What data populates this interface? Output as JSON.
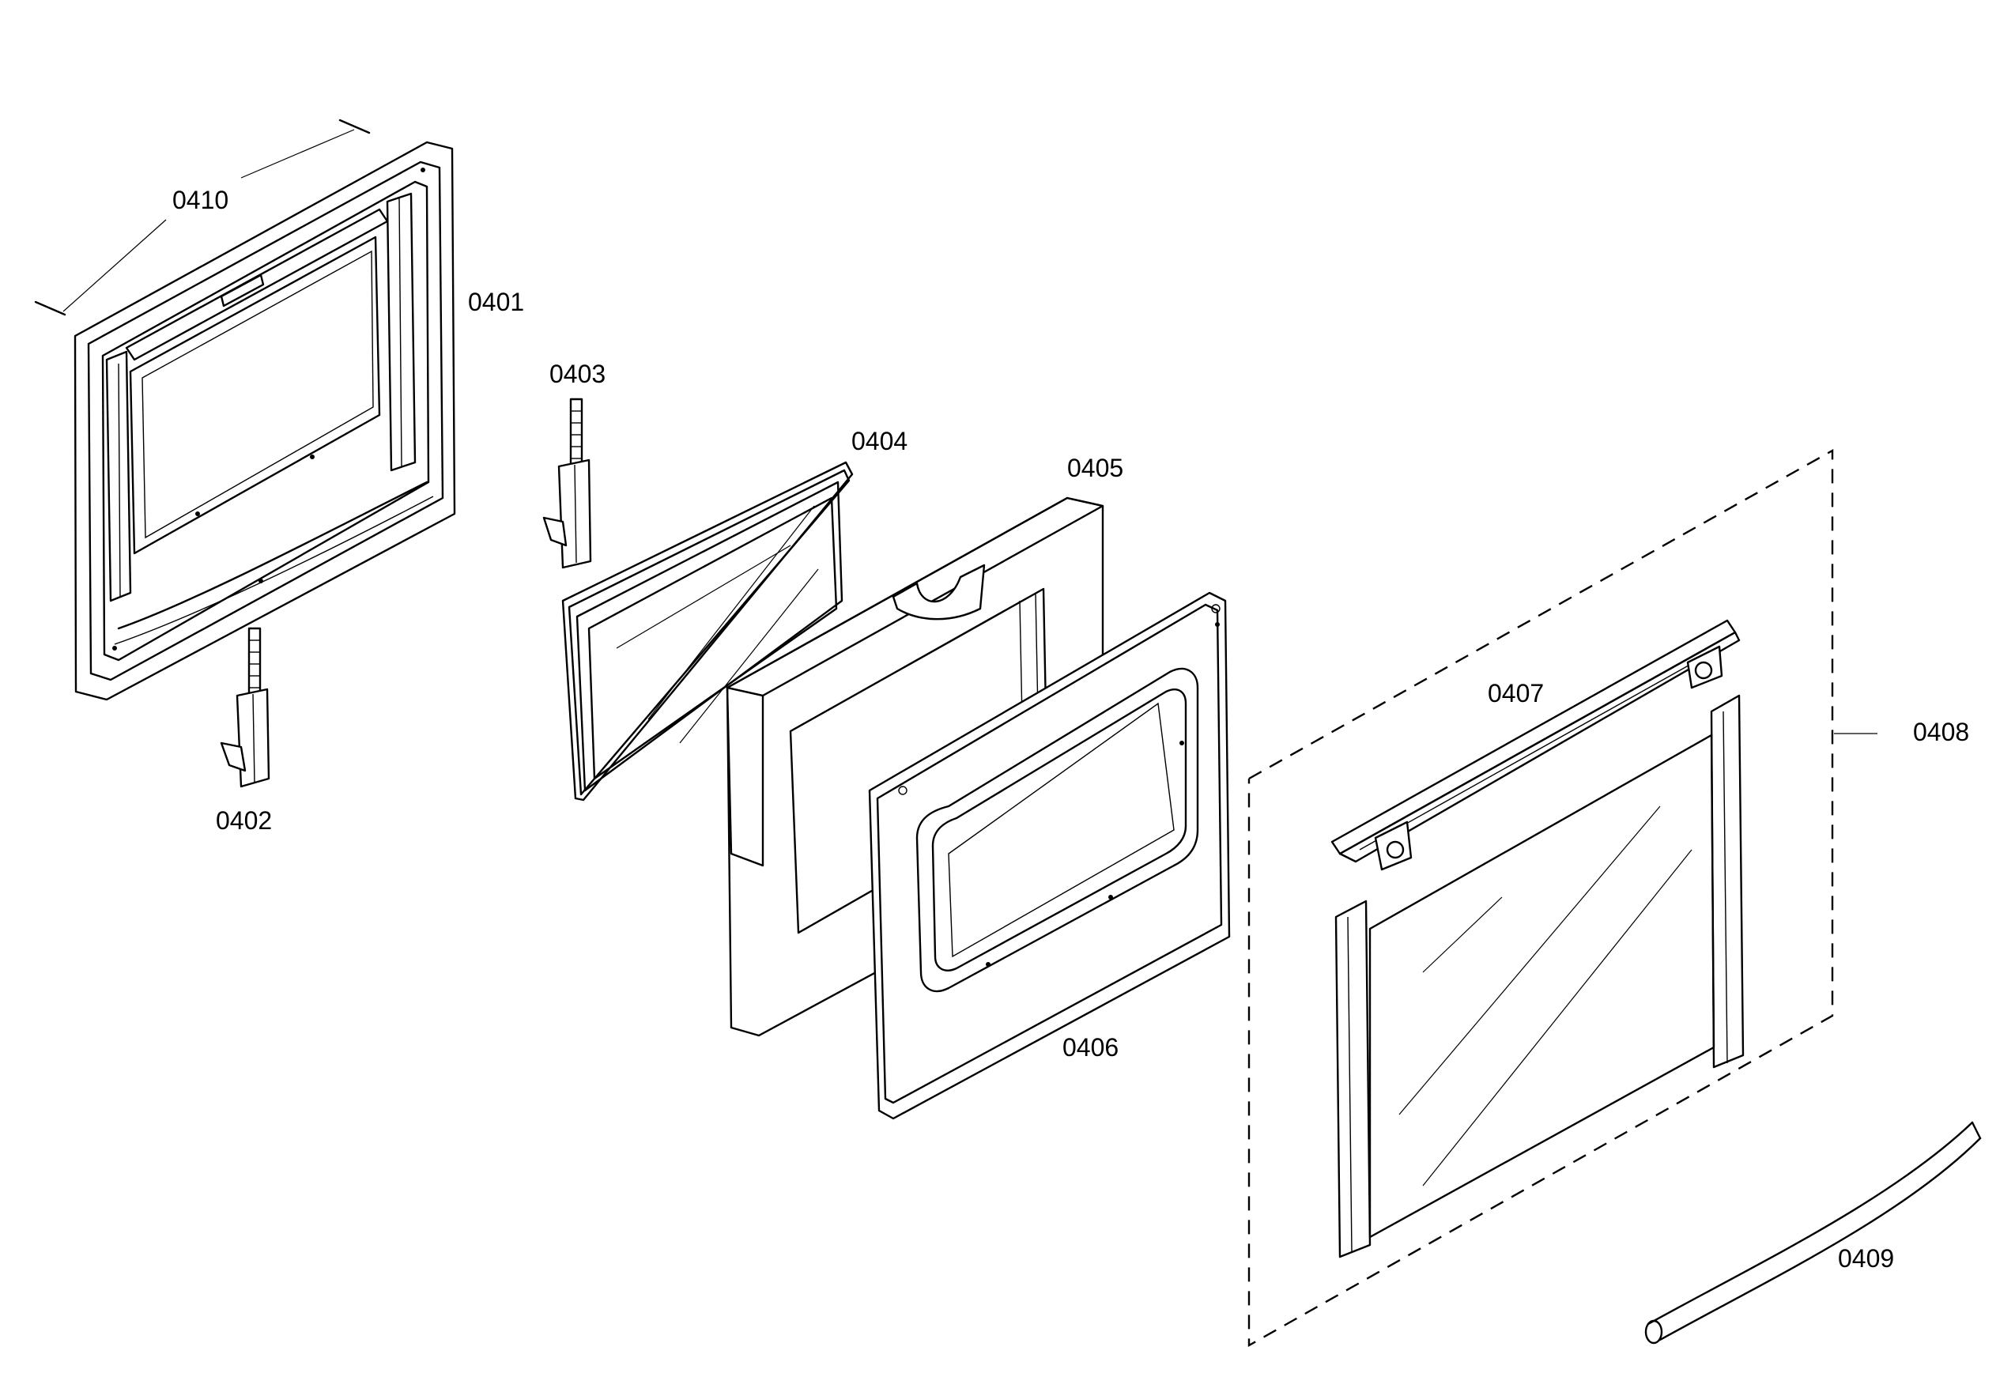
{
  "parts": {
    "p0401": "0401",
    "p0402": "0402",
    "p0403": "0403",
    "p0404": "0404",
    "p0405": "0405",
    "p0406": "0406",
    "p0407": "0407",
    "p0408": "0408",
    "p0409": "0409",
    "p0410": "0410"
  }
}
